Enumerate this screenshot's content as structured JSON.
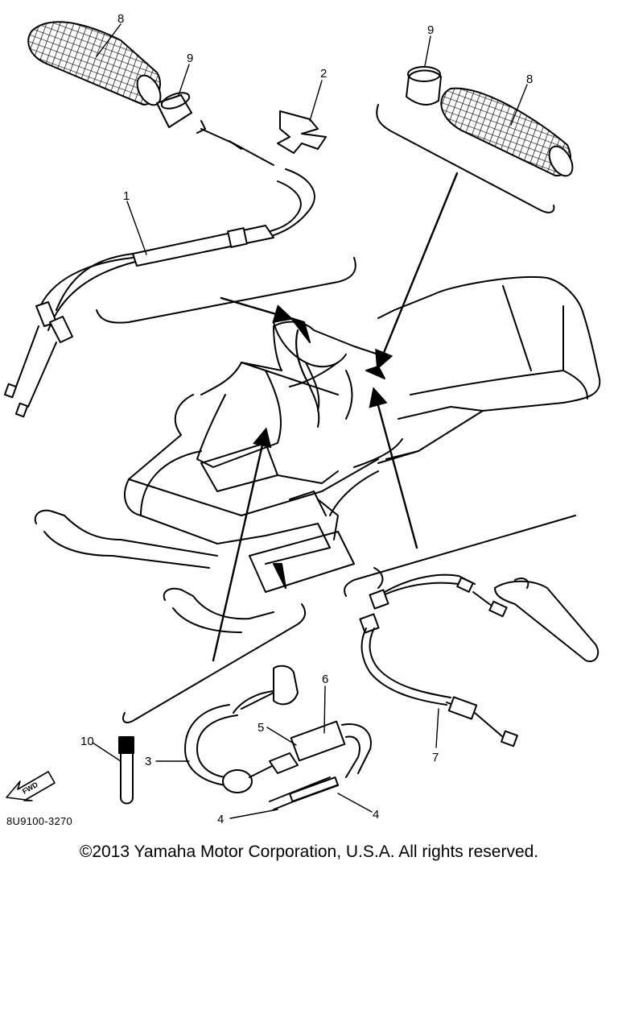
{
  "callouts": {
    "c1": "1",
    "c2": "2",
    "c3": "3",
    "c4a": "4",
    "c4b": "4",
    "c5": "5",
    "c6": "6",
    "c7": "7",
    "c8a": "8",
    "c8b": "8",
    "c9a": "9",
    "c9b": "9",
    "c10": "10"
  },
  "fwd_label": "FWD",
  "part_code": "8U9100-3270",
  "copyright": "©2013 Yamaha Motor Corporation, U.S.A. All rights reserved."
}
